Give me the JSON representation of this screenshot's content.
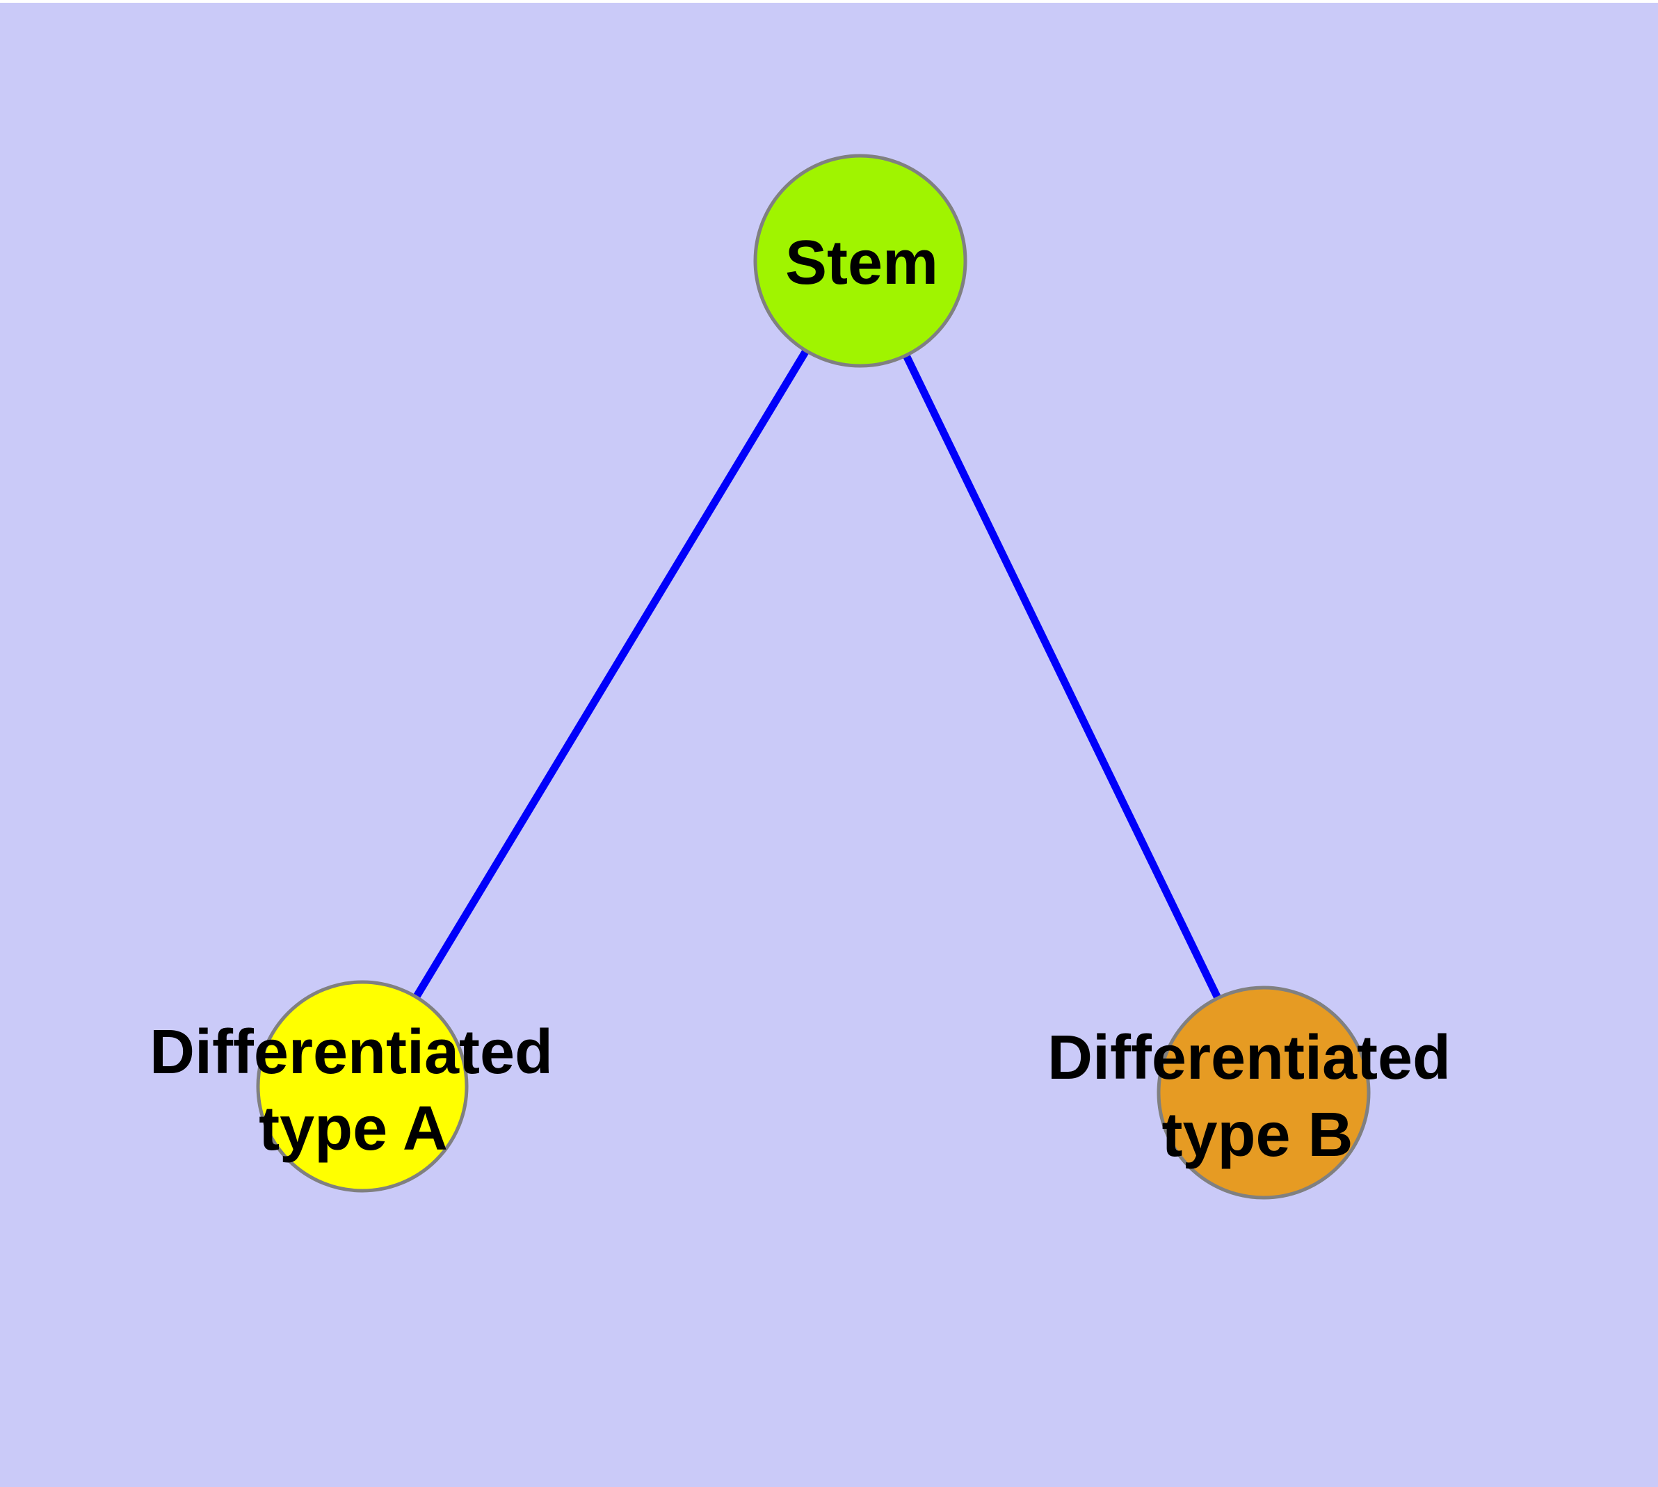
{
  "figure": {
    "type": "node-link-diagram",
    "description": "Cell differentiation graph: a stem cell node connected to two differentiated cell type nodes",
    "background_color": "#CACAF8",
    "top_strip_color": "#FFFFFF",
    "edge_color": "#0000FA",
    "node_border_color": "#808080",
    "text_color": "#000000",
    "nodes": [
      {
        "id": "stem",
        "label": "Stem",
        "fill": "#A0F400"
      },
      {
        "id": "diff_a",
        "label": "Differentiated type A",
        "label_line1": "Differentiated",
        "label_line2": "type A",
        "fill": "#FFFF00"
      },
      {
        "id": "diff_b",
        "label": "Differentiated type B",
        "label_line1": "Differentiated",
        "label_line2": "type B",
        "fill": "#E69B23"
      }
    ],
    "edges": [
      {
        "from": "Stem",
        "to": "Differentiated type A"
      },
      {
        "from": "Stem",
        "to": "Differentiated type B"
      }
    ]
  }
}
